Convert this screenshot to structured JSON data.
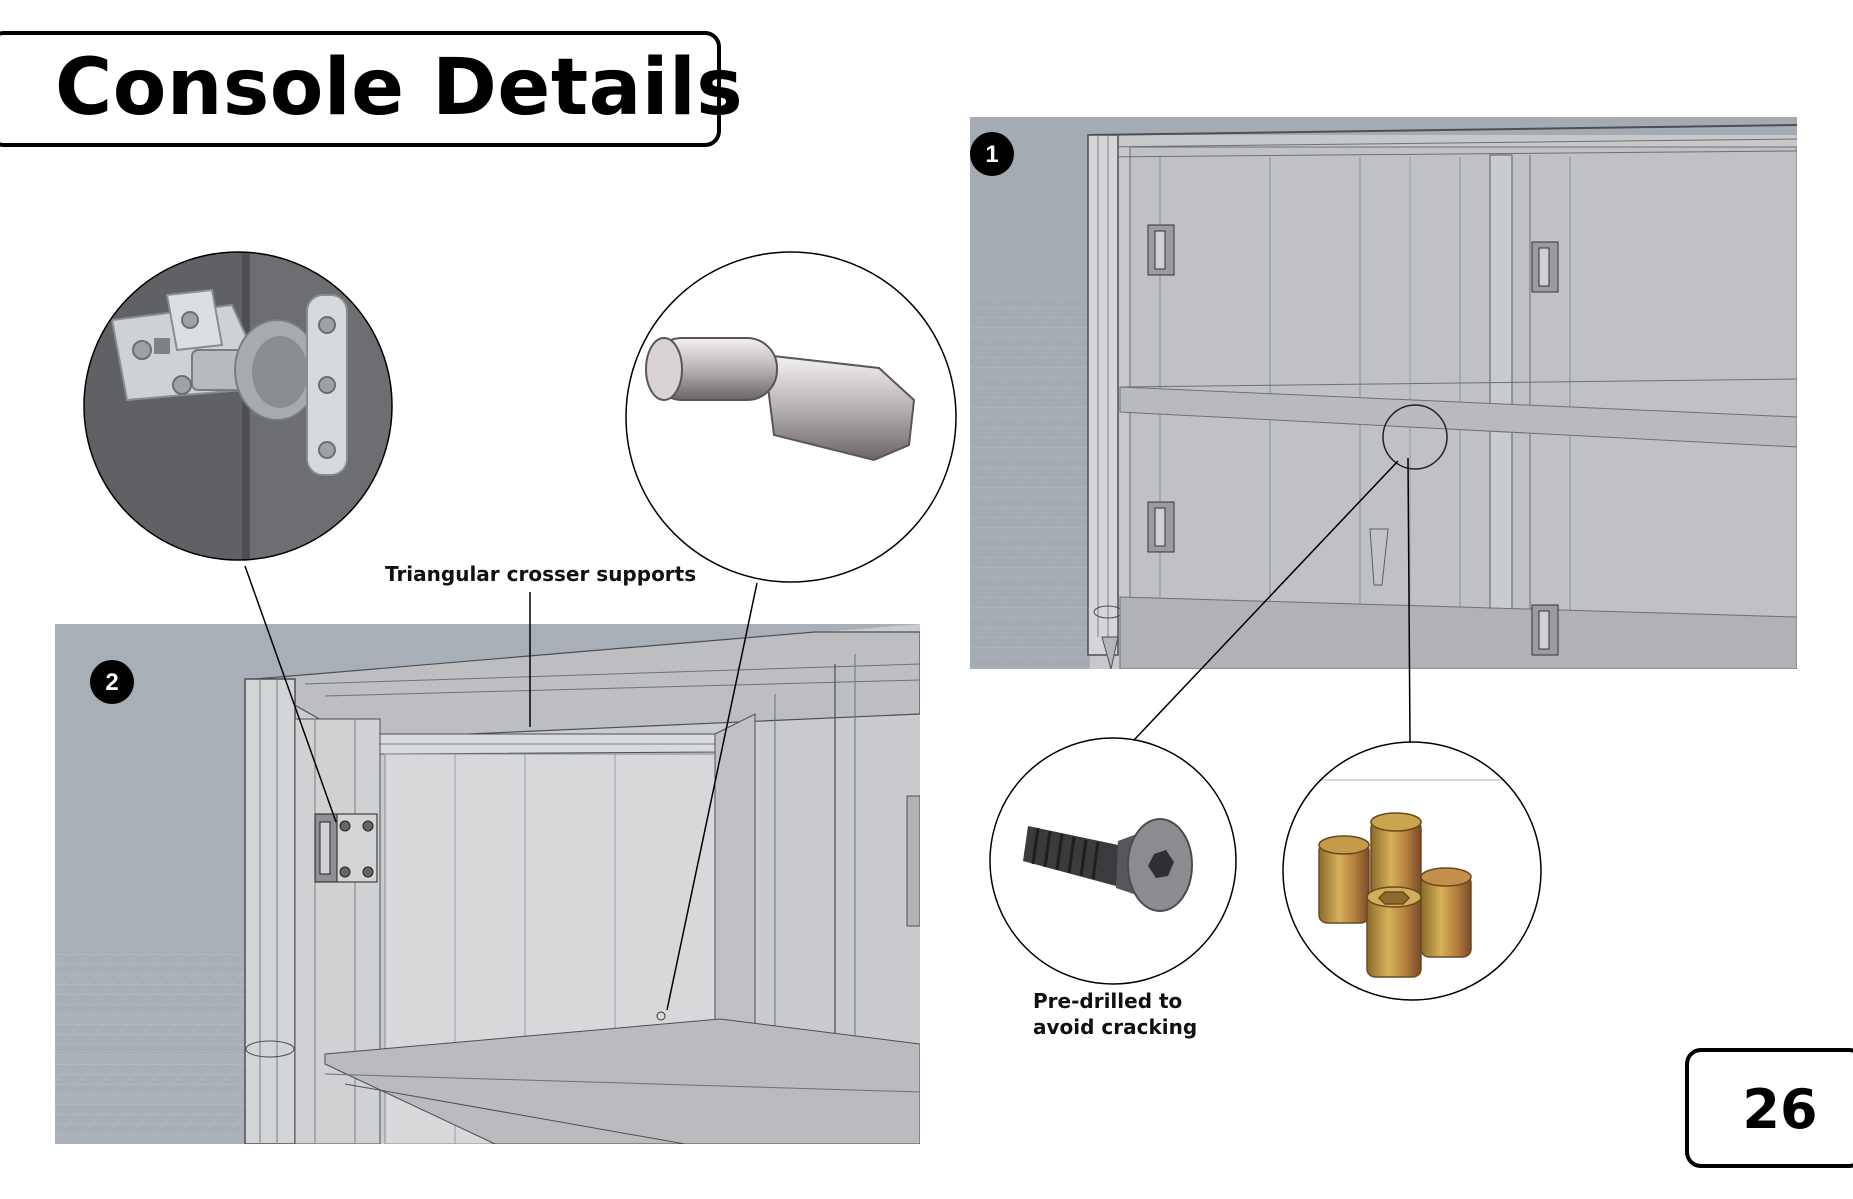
{
  "header": {
    "title": "Console Details"
  },
  "page": {
    "number": "26"
  },
  "views": [
    {
      "badge": "1"
    },
    {
      "badge": "2"
    }
  ],
  "callouts": {
    "crosser_supports": "Triangular crosser supports",
    "predrilled_line1": "Pre-drilled to",
    "predrilled_line2": "avoid cracking"
  },
  "icons": {
    "hinge": "concealed-cabinet-hinge-icon",
    "shelf_pin": "shelf-support-pin-icon",
    "screw": "countersunk-hex-screw-icon",
    "inserts": "threaded-insert-nuts-icon"
  },
  "colors": {
    "background": "#ffffff",
    "ink": "#000000",
    "render_gray": "#a7adb4",
    "render_glass": "#c4c6c9"
  }
}
